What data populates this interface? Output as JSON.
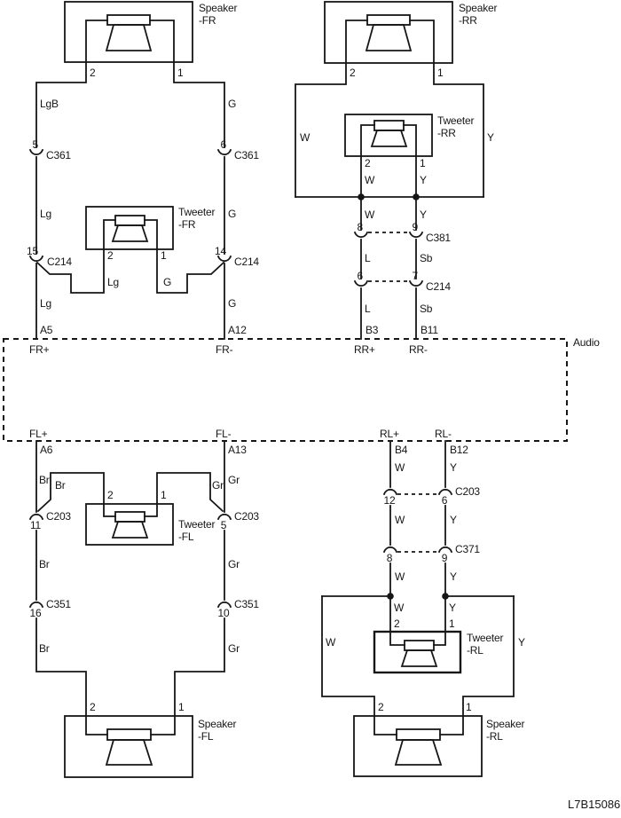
{
  "figure_ref": "L7B15086",
  "colors": {
    "ink": "#161616",
    "paper": "#ffffff"
  },
  "audio": {
    "label": "Audio",
    "fr_pos_pin": "A5",
    "fr_neg_pin": "A12",
    "rr_pos_pin": "B3",
    "rr_neg_pin": "B11",
    "fl_pos_pin": "A6",
    "fl_neg_pin": "A13",
    "rl_pos_pin": "B4",
    "rl_neg_pin": "B12",
    "fr_pos": "FR+",
    "fr_neg": "FR-",
    "rr_pos": "RR+",
    "rr_neg": "RR-",
    "fl_pos": "FL+",
    "fl_neg": "FL-",
    "rl_pos": "RL+",
    "rl_neg": "RL-"
  },
  "speakers": {
    "fr": {
      "name": "Speaker",
      "loc": "-FR",
      "pin1": "1",
      "pin2": "2"
    },
    "rr": {
      "name": "Speaker",
      "loc": "-RR",
      "pin1": "1",
      "pin2": "2"
    },
    "fl": {
      "name": "Speaker",
      "loc": "-FL",
      "pin1": "1",
      "pin2": "2"
    },
    "rl": {
      "name": "Speaker",
      "loc": "-RL",
      "pin1": "1",
      "pin2": "2"
    }
  },
  "tweeters": {
    "fr": {
      "name": "Tweeter",
      "loc": "-FR",
      "pin1": "1",
      "pin2": "2"
    },
    "rr": {
      "name": "Tweeter",
      "loc": "-RR",
      "pin1": "1",
      "pin2": "2"
    },
    "fl": {
      "name": "Tweeter",
      "loc": "-FL",
      "pin1": "1",
      "pin2": "2"
    },
    "rl": {
      "name": "Tweeter",
      "loc": "-RL",
      "pin1": "1",
      "pin2": "2"
    }
  },
  "connectors": {
    "fr_pos_c361": {
      "pin": "5",
      "id": "C361"
    },
    "fr_neg_c361": {
      "pin": "6",
      "id": "C361"
    },
    "fr_pos_c214": {
      "pin": "15",
      "id": "C214"
    },
    "fr_neg_c214": {
      "pin": "14",
      "id": "C214"
    },
    "rr_pos_c381": {
      "pin": "8",
      "id": "C381"
    },
    "rr_neg_c381": {
      "pin": "9",
      "id": "C381"
    },
    "rr_pos_c214": {
      "pin": "6",
      "id": "C214"
    },
    "rr_neg_c214": {
      "pin": "7",
      "id": "C214"
    },
    "fl_pos_c203": {
      "pin": "11",
      "id": "C203"
    },
    "fl_neg_c203": {
      "pin": "5",
      "id": "C203"
    },
    "fl_pos_c351": {
      "pin": "16",
      "id": "C351"
    },
    "fl_neg_c351": {
      "pin": "10",
      "id": "C351"
    },
    "rl_pos_c203": {
      "pin": "12",
      "id": "C203"
    },
    "rl_neg_c203": {
      "pin": "6",
      "id": "C203"
    },
    "rl_pos_c371": {
      "pin": "8",
      "id": "C371"
    },
    "rl_neg_c371": {
      "pin": "9",
      "id": "C371"
    }
  },
  "wire_colors": {
    "fr": {
      "seg1_pos": "LgB",
      "seg2_pos": "Lg",
      "seg3_pos": "Lg",
      "branch_pos": "Lg",
      "seg1_neg": "G",
      "seg2_neg": "G",
      "seg3_neg": "G",
      "branch_neg": "G"
    },
    "rr": {
      "spk_pos": "W",
      "spk_neg": "Y",
      "twt_pos": "W",
      "twt_neg": "Y",
      "seg1_pos": "W",
      "seg1_neg": "Y",
      "seg2_pos": "L",
      "seg2_neg": "Sb",
      "seg3_pos": "L",
      "seg3_neg": "Sb"
    },
    "fl": {
      "seg1_pos": "Br",
      "branch_pos": "Br",
      "seg2_pos": "Br",
      "seg3_pos": "Br",
      "seg1_neg": "Gr",
      "branch_neg": "Gr",
      "seg2_neg": "Gr",
      "seg3_neg": "Gr"
    },
    "rl": {
      "seg1_pos": "W",
      "seg2_pos": "W",
      "seg3_pos": "W",
      "twt_pos": "W",
      "spk_pos": "W",
      "seg1_neg": "Y",
      "seg2_neg": "Y",
      "seg3_neg": "Y",
      "twt_neg": "Y",
      "spk_neg": "Y"
    }
  }
}
